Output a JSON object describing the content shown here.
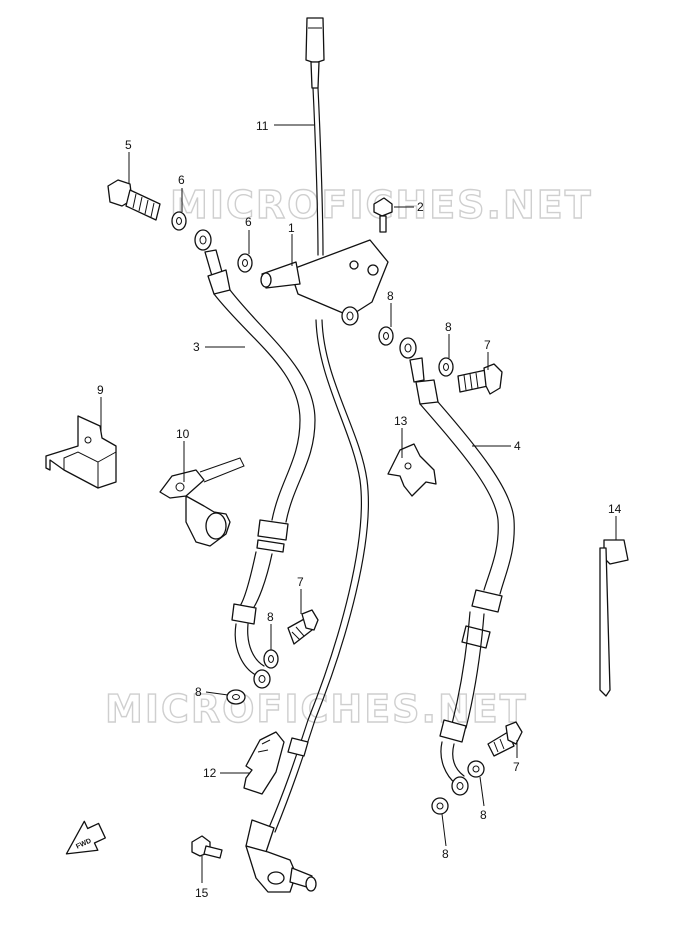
{
  "watermark": {
    "top": "MICROFICHES.NET",
    "bottom": "MICROFICHES.NET"
  },
  "direction_arrow": {
    "label": "FWD"
  },
  "callouts": [
    {
      "id": "c11",
      "number": "11"
    },
    {
      "id": "c5",
      "number": "5"
    },
    {
      "id": "c6a",
      "number": "6"
    },
    {
      "id": "c6b",
      "number": "6"
    },
    {
      "id": "c2",
      "number": "2"
    },
    {
      "id": "c1",
      "number": "1"
    },
    {
      "id": "c8a",
      "number": "8"
    },
    {
      "id": "c8b",
      "number": "8"
    },
    {
      "id": "c7a",
      "number": "7"
    },
    {
      "id": "c3",
      "number": "3"
    },
    {
      "id": "c4",
      "number": "4"
    },
    {
      "id": "c9",
      "number": "9"
    },
    {
      "id": "c10",
      "number": "10"
    },
    {
      "id": "c13",
      "number": "13"
    },
    {
      "id": "c14",
      "number": "14"
    },
    {
      "id": "c7b",
      "number": "7"
    },
    {
      "id": "c8c",
      "number": "8"
    },
    {
      "id": "c8d",
      "number": "8"
    },
    {
      "id": "c12",
      "number": "12"
    },
    {
      "id": "c7c",
      "number": "7"
    },
    {
      "id": "c8e",
      "number": "8"
    },
    {
      "id": "c8f",
      "number": "8"
    },
    {
      "id": "c15",
      "number": "15"
    }
  ]
}
